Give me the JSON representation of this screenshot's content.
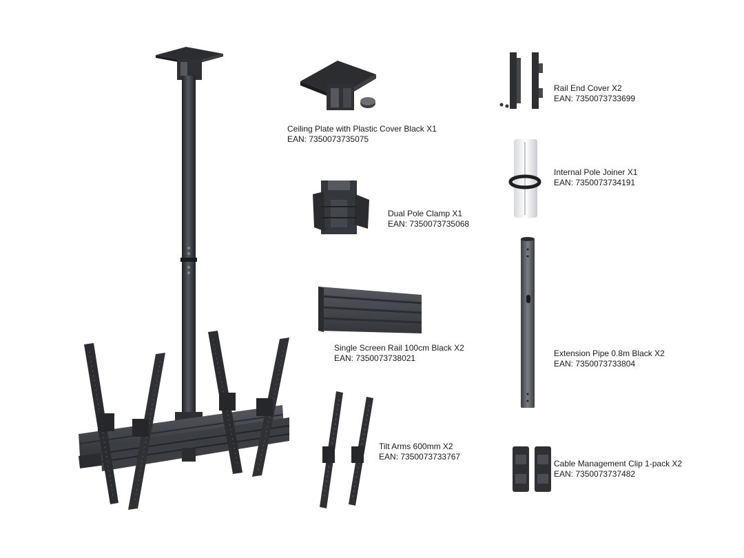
{
  "parts": [
    {
      "id": "ceiling-plate",
      "name": "Ceiling Plate with Plastic Cover Black X1",
      "ean": "EAN: 7350073735075",
      "icon": "ceiling-plate-icon"
    },
    {
      "id": "dual-pole-clamp",
      "name": "Dual Pole Clamp X1",
      "ean": "EAN: 7350073735068",
      "icon": "pole-clamp-icon"
    },
    {
      "id": "single-screen-rail",
      "name": "Single Screen Rail 100cm Black X2",
      "ean": "EAN: 7350073738021",
      "icon": "screen-rail-icon"
    },
    {
      "id": "tilt-arms",
      "name": "Tilt Arms 600mm X2",
      "ean": "EAN: 7350073733767",
      "icon": "tilt-arms-icon"
    },
    {
      "id": "rail-end-cover",
      "name": "Rail End Cover X2",
      "ean": "EAN: 7350073733699",
      "icon": "rail-end-cover-icon"
    },
    {
      "id": "internal-pole-joiner",
      "name": "Internal Pole Joiner X1",
      "ean": "EAN: 7350073734191",
      "icon": "pole-joiner-icon"
    },
    {
      "id": "extension-pipe",
      "name": "Extension Pipe 0.8m Black X2",
      "ean": "EAN: 7350073733804",
      "icon": "extension-pipe-icon"
    },
    {
      "id": "cable-clip",
      "name": "Cable Management Clip 1-pack X2",
      "ean": "EAN: 7350073737482",
      "icon": "cable-clip-icon"
    }
  ],
  "colors": {
    "metal_dark": "#2b2d30",
    "metal_mid": "#4a4d52",
    "metal_light": "#6b6f75",
    "white_part": "#eef0f2"
  }
}
